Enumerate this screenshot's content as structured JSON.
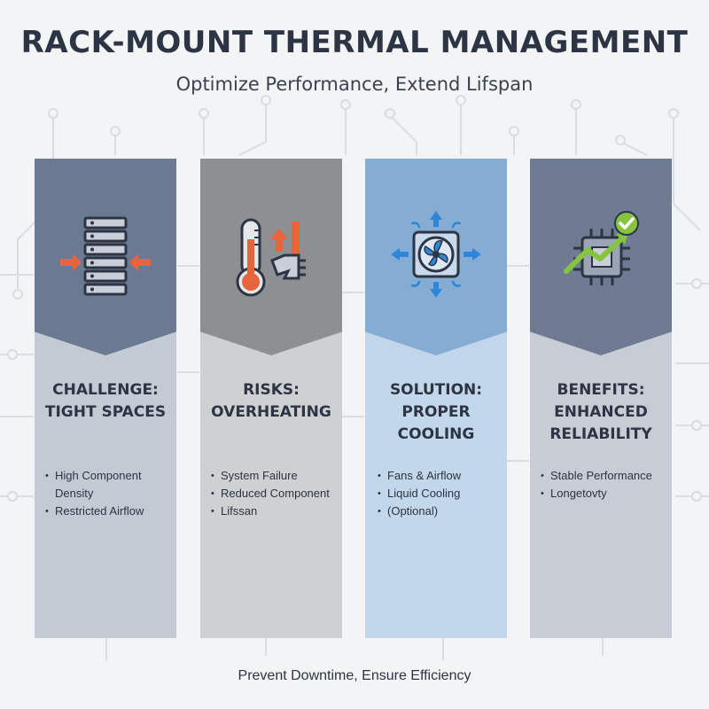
{
  "header": {
    "title": "RACK-MOUNT THERMAL MANAGEMENT",
    "subtitle": "Optimize Performance, Extend Lifspan"
  },
  "columns": [
    {
      "heading_lines": [
        "CHALLENGE:",
        "TIGHT SPACES"
      ],
      "bullets": [
        "High Component Density",
        "Restricted Airflow"
      ],
      "icon": "server-rack-icon",
      "head_color": "#6b7a92",
      "body_color": "#c4cad4"
    },
    {
      "heading_lines": [
        "RISKS:",
        "OVERHEATING"
      ],
      "bullets": [
        "System Failure",
        "Reduced Component",
        "Lifssan"
      ],
      "icon": "thermometer-icon",
      "head_color": "#8d8f93",
      "body_color": "#cfd0d2"
    },
    {
      "heading_lines": [
        "SOLUTION:",
        "PROPER COOLING"
      ],
      "bullets": [
        "Fans & Airflow",
        "Liquid Cooling",
        "(Optional)"
      ],
      "icon": "cooling-fan-icon",
      "head_color": "#85acd2",
      "body_color": "#c3d7ea"
    },
    {
      "heading_lines": [
        "BENEFITS:",
        "ENHANCED",
        "RELIABILITY"
      ],
      "bullets": [
        "Stable Performance",
        "Longetovty"
      ],
      "icon": "chip-check-icon",
      "head_color": "#6e7b92",
      "body_color": "#c8ccd5"
    }
  ],
  "footer": {
    "tagline": "Prevent Downtime, Ensure Efficiency"
  },
  "colors": {
    "background": "#f3f4f6",
    "accent_orange": "#e8643c",
    "accent_blue": "#2f86d8",
    "accent_green": "#86c440",
    "dark": "#2d3544"
  }
}
